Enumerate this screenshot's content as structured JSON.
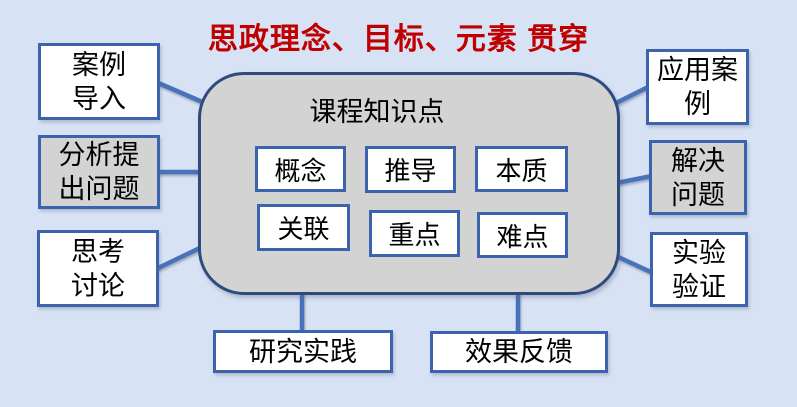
{
  "page_title": "思政理念、目标、元素 贯穿",
  "center": {
    "title": "课程知识点",
    "items": [
      "概念",
      "推导",
      "本质",
      "关联",
      "重点",
      "难点"
    ]
  },
  "left_nodes": [
    {
      "lines": [
        "案例",
        "导入"
      ]
    },
    {
      "lines": [
        "分析提",
        "出问题"
      ]
    },
    {
      "lines": [
        "思考",
        "讨论"
      ]
    }
  ],
  "right_nodes": [
    {
      "lines": [
        "应用案",
        "例"
      ]
    },
    {
      "lines": [
        "解决",
        "问题"
      ]
    },
    {
      "lines": [
        "实验",
        "验证"
      ]
    }
  ],
  "bottom_nodes": [
    {
      "label": "研究实践"
    },
    {
      "label": "效果反馈"
    }
  ],
  "colors": {
    "background": "#d7e3f5",
    "title_red": "#c00000",
    "panel_fill": "#d3d3d3",
    "panel_border": "#2e4b7d",
    "box_border": "#3e63ae",
    "connector_blue": "#4a72ba",
    "highlight_fill": "#d3d3d3"
  }
}
